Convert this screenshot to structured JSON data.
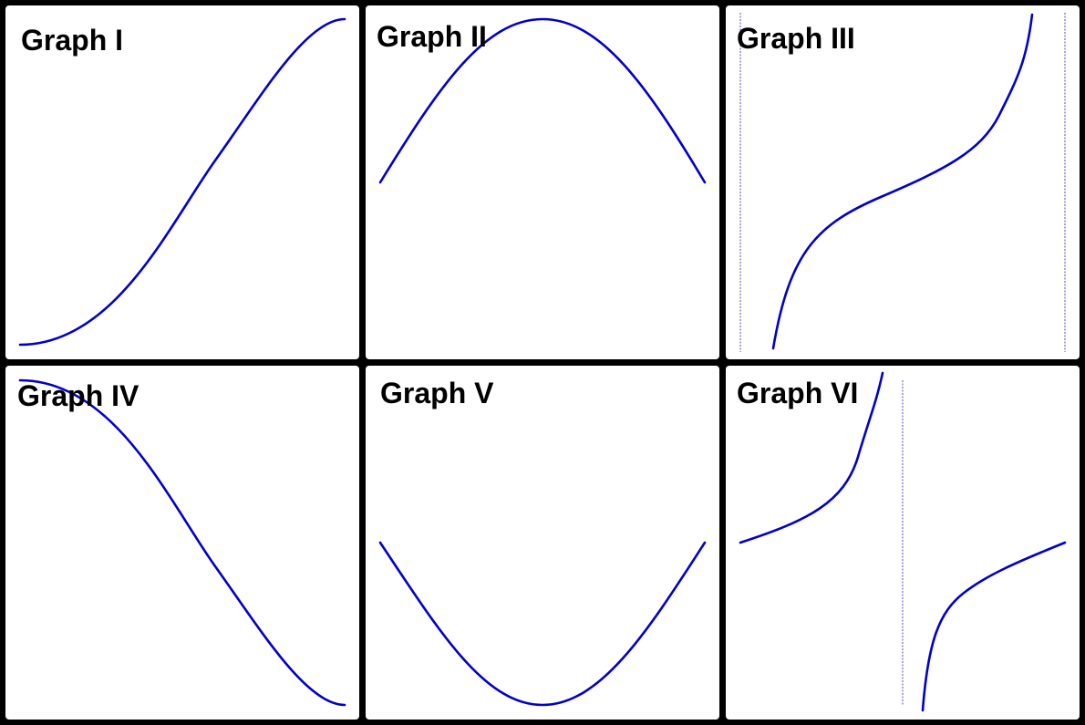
{
  "colors": {
    "curve": "#0000cc",
    "asymptote": "#2222aa",
    "panel_bg": "#ffffff",
    "frame_bg": "#000000"
  },
  "panels": [
    {
      "id": "graph-1",
      "label": "Graph I",
      "shape": "s-curve-increasing",
      "curve_has_vertical_asymptotes": false
    },
    {
      "id": "graph-2",
      "label": "Graph II",
      "shape": "arch-downward",
      "curve_has_vertical_asymptotes": false
    },
    {
      "id": "graph-3",
      "label": "Graph III",
      "shape": "tangent-like-increasing",
      "curve_has_vertical_asymptotes": true
    },
    {
      "id": "graph-4",
      "label": "Graph IV",
      "shape": "s-curve-decreasing",
      "curve_has_vertical_asymptotes": false
    },
    {
      "id": "graph-5",
      "label": "Graph V",
      "shape": "arch-upward",
      "curve_has_vertical_asymptotes": false
    },
    {
      "id": "graph-6",
      "label": "Graph VI",
      "shape": "cotangent-like-increasing",
      "curve_has_vertical_asymptotes": true
    }
  ]
}
